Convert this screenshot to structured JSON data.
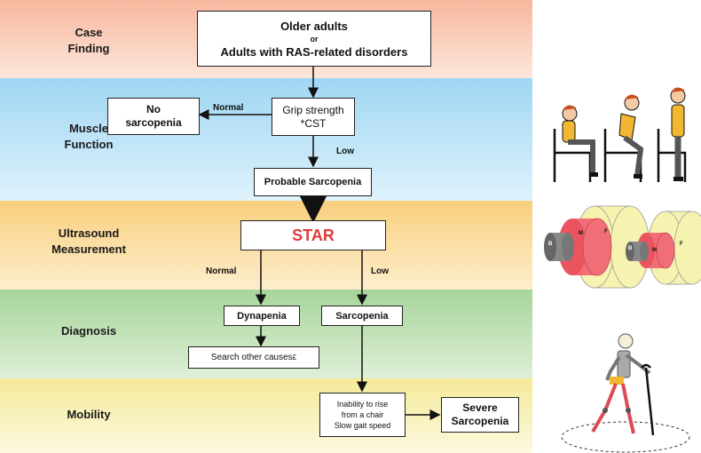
{
  "stages": {
    "case_finding": "Case\nFinding",
    "muscle_function": "Muscle\nFunction",
    "ultrasound": "Ultrasound\nMeasurement",
    "diagnosis": "Diagnosis",
    "mobility": "Mobility"
  },
  "nodes": {
    "start_line1": "Older adults",
    "start_or": "or",
    "start_line2": "Adults with RAS-related disorders",
    "grip_line1": "Grip strength",
    "grip_line2": "*CST",
    "no_sarcopenia": "No\nsarcopenia",
    "probable": "Probable Sarcopenia",
    "star": "STAR",
    "dynapenia": "Dynapenia",
    "sarcopenia": "Sarcopenia",
    "search_other": "Search other causes",
    "search_mark": "£",
    "mobility_test": "Inability to rise\nfrom a chair\nSlow gait speed",
    "severe": "Severe\nSarcopenia"
  },
  "edges": {
    "normal_top": "Normal",
    "low_top": "Low",
    "normal_star": "Normal",
    "low_star": "Low"
  },
  "illustrations": {
    "ultrasound_labels": {
      "bone": "B",
      "muscle": "M",
      "fat": "F"
    }
  },
  "colors": {
    "band1": "#f9c8b0",
    "band2": "#b8e0f5",
    "band3": "#fbdca0",
    "band4": "#bfe0b5",
    "band5": "#f8f2b8",
    "star_text": "#e03a3a",
    "muscle": "#ef6e78",
    "fat": "#f6f3b0",
    "bone": "#777777"
  }
}
